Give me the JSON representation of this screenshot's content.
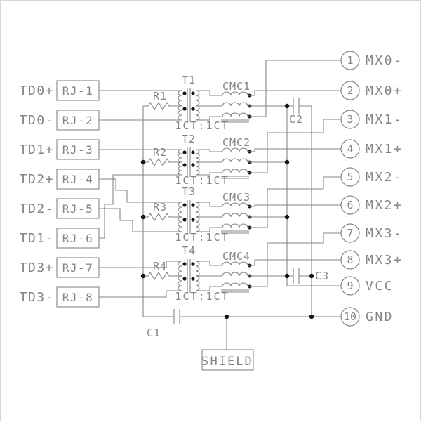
{
  "schematic": {
    "inputs": [
      {
        "signal": "TD0+",
        "port": "RJ-1"
      },
      {
        "signal": "TD0-",
        "port": "RJ-2"
      },
      {
        "signal": "TD1+",
        "port": "RJ-3"
      },
      {
        "signal": "TD2+",
        "port": "RJ-4"
      },
      {
        "signal": "TD2-",
        "port": "RJ-5"
      },
      {
        "signal": "TD1-",
        "port": "RJ-6"
      },
      {
        "signal": "TD3+",
        "port": "RJ-7"
      },
      {
        "signal": "TD3-",
        "port": "RJ-8"
      }
    ],
    "transformers": [
      {
        "name": "T1",
        "ratio": "1CT:1CT"
      },
      {
        "name": "T2",
        "ratio": "1CT:1CT"
      },
      {
        "name": "T3",
        "ratio": "1CT:1CT"
      },
      {
        "name": "T4",
        "ratio": "1CT:1CT"
      }
    ],
    "chokes": [
      {
        "name": "CMC1"
      },
      {
        "name": "CMC2"
      },
      {
        "name": "CMC3"
      },
      {
        "name": "CMC4"
      }
    ],
    "resistors": [
      {
        "name": "R1"
      },
      {
        "name": "R2"
      },
      {
        "name": "R3"
      },
      {
        "name": "R4"
      }
    ],
    "capacitors": [
      {
        "name": "C1"
      },
      {
        "name": "C2"
      },
      {
        "name": "C3"
      }
    ],
    "shield_label": "SHIELD",
    "outputs": [
      {
        "pin": "1",
        "label": "MX0-"
      },
      {
        "pin": "2",
        "label": "MX0+"
      },
      {
        "pin": "3",
        "label": "MX1-"
      },
      {
        "pin": "4",
        "label": "MX1+"
      },
      {
        "pin": "5",
        "label": "MX2-"
      },
      {
        "pin": "6",
        "label": "MX2+"
      },
      {
        "pin": "7",
        "label": "MX3-"
      },
      {
        "pin": "8",
        "label": "MX3+"
      },
      {
        "pin": "9",
        "label": "VCC"
      },
      {
        "pin": "10",
        "label": "GND"
      }
    ],
    "colors": {
      "line": "#858585",
      "text": "#858585",
      "junction_dot": "#151515",
      "background": "#ffffff",
      "border": "#d6d6d6"
    }
  }
}
